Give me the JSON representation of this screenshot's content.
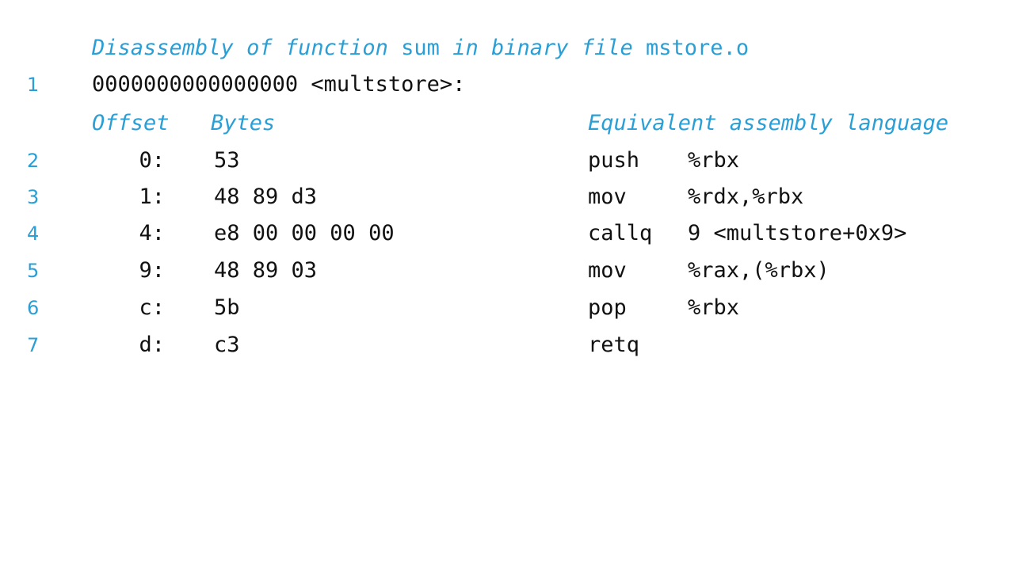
{
  "title": {
    "prefix": "Disassembly of function",
    "function": "sum",
    "middle": "in binary file",
    "file": "mstore.o"
  },
  "header_line": {
    "number": "1",
    "text": "0000000000000000 <multstore>:"
  },
  "columns": {
    "offset": "Offset",
    "bytes": "Bytes",
    "assembly": "Equivalent assembly language"
  },
  "lines": [
    {
      "number": "2",
      "offset": "0:",
      "bytes": "53",
      "instr": "push",
      "operands": "%rbx"
    },
    {
      "number": "3",
      "offset": "1:",
      "bytes": "48 89 d3",
      "instr": "mov",
      "operands": "%rdx,%rbx"
    },
    {
      "number": "4",
      "offset": "4:",
      "bytes": "e8 00 00 00 00",
      "instr": "callq",
      "operands": "9 <multstore+0x9>"
    },
    {
      "number": "5",
      "offset": "9:",
      "bytes": "48 89 03",
      "instr": "mov",
      "operands": "%rax,(%rbx)"
    },
    {
      "number": "6",
      "offset": "c:",
      "bytes": "5b",
      "instr": "pop",
      "operands": "%rbx"
    },
    {
      "number": "7",
      "offset": "d:",
      "bytes": "c3",
      "instr": "retq",
      "operands": ""
    }
  ],
  "colors": {
    "accent": "#2a9fd6",
    "text": "#111111",
    "background": "#ffffff"
  }
}
